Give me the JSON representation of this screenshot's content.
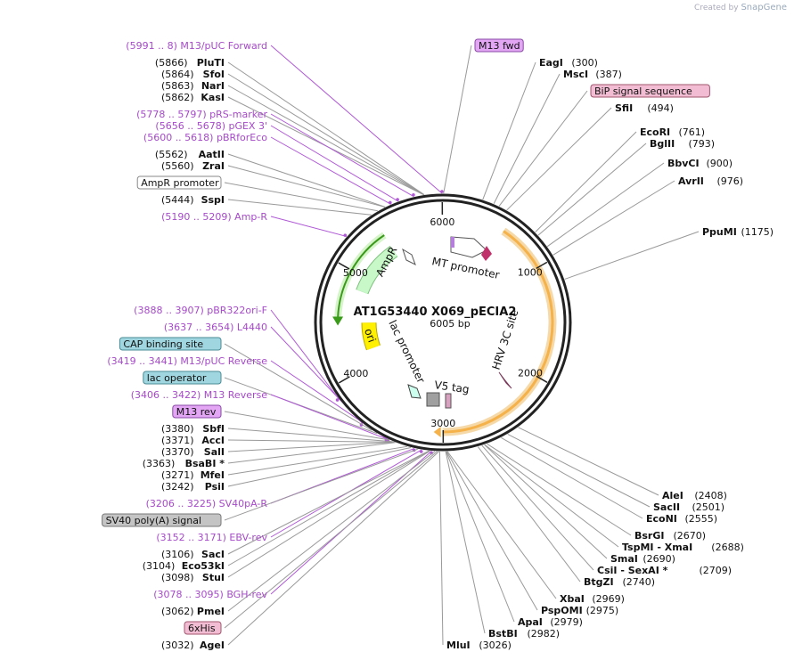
{
  "credit": {
    "prefix": "Created by",
    "brand": "SnapGene"
  },
  "plasmid": {
    "name": "AT1G53440 X069_pECIA2",
    "size": "6005 bp"
  },
  "ruler": [
    {
      "label": "1000",
      "pos": 1000
    },
    {
      "label": "2000",
      "pos": 2000
    },
    {
      "label": "3000",
      "pos": 3000
    },
    {
      "label": "4000",
      "pos": 4000
    },
    {
      "label": "5000",
      "pos": 5000
    },
    {
      "label": "6000",
      "pos": 6000
    }
  ],
  "features": [
    {
      "name": "MT promoter",
      "type": "promoter",
      "start": 100,
      "end": 390,
      "color": "#ffffff"
    },
    {
      "name": "HRV 3C site",
      "type": "site",
      "start": 2005,
      "end": 2035,
      "color": "#e6a0b8"
    },
    {
      "name": "",
      "type": "cds",
      "start": 560,
      "end": 3005,
      "color": "#f5b24a"
    },
    {
      "name": "V5 tag",
      "type": "tag",
      "start": 2870,
      "end": 2940,
      "color": "#d9a0c0"
    },
    {
      "name": "AmpR",
      "type": "cds",
      "start": 4850,
      "end": 5430,
      "color": "#c8f7c8"
    },
    {
      "name": "",
      "type": "cds",
      "start": 4540,
      "end": 5440,
      "color": "#8fd96b"
    },
    {
      "name": "ori",
      "type": "ori",
      "start": 4170,
      "end": 4500,
      "color": "#ffef00"
    },
    {
      "name": "lac promoter",
      "type": "promoter",
      "start": 3660,
      "end": 3690,
      "color": "#ffffff"
    },
    {
      "name": "AmpR promoter",
      "type": "promoter",
      "start": 5460,
      "end": 5560,
      "color": "#ffffff"
    }
  ],
  "labels_left": [
    {
      "text": "(5991 .. 8)  M13/pUC Forward",
      "kind": "primer",
      "pos": 5998
    },
    {
      "text": "(5866)",
      "name": "PluTI",
      "kind": "enzyme",
      "pos": 5866
    },
    {
      "text": "(5864)",
      "name": "SfoI",
      "kind": "enzyme",
      "pos": 5864
    },
    {
      "text": "(5863)",
      "name": "NarI",
      "kind": "enzyme",
      "pos": 5863
    },
    {
      "text": "(5862)",
      "name": "KasI",
      "kind": "enzyme",
      "pos": 5862
    },
    {
      "text": "(5778 .. 5797)  pRS-marker",
      "kind": "primer",
      "pos": 5788
    },
    {
      "text": "(5656 .. 5678)  pGEX 3'",
      "kind": "primer",
      "pos": 5667
    },
    {
      "text": "(5600 .. 5618)  pBRforEco",
      "kind": "primer",
      "pos": 5609
    },
    {
      "text": "(5562)",
      "name": "AatII",
      "kind": "enzyme",
      "pos": 5562
    },
    {
      "text": "(5560)",
      "name": "ZraI",
      "kind": "enzyme",
      "pos": 5560
    },
    {
      "text": "AmpR promoter",
      "kind": "box-white",
      "pos": 5500
    },
    {
      "text": "(5444)",
      "name": "SspI",
      "kind": "enzyme",
      "pos": 5444
    },
    {
      "text": "(5190 .. 5209)  Amp-R",
      "kind": "primer",
      "pos": 5200
    },
    {
      "text": "(3888 .. 3907)  pBR322ori-F",
      "kind": "primer",
      "pos": 3898
    },
    {
      "text": "(3637 .. 3654)  L4440",
      "kind": "primer",
      "pos": 3645
    },
    {
      "text": "CAP binding site",
      "kind": "box-teal",
      "pos": 3560
    },
    {
      "text": "(3419 .. 3441)  M13/pUC Reverse",
      "kind": "primer",
      "pos": 3430
    },
    {
      "text": "lac operator",
      "kind": "box-teal",
      "pos": 3515
    },
    {
      "text": "(3406 .. 3422)  M13 Reverse",
      "kind": "primer",
      "pos": 3414
    },
    {
      "text": "M13 rev",
      "kind": "box-purple",
      "pos": 3410
    },
    {
      "text": "(3380)",
      "name": "SbfI",
      "kind": "enzyme",
      "pos": 3380
    },
    {
      "text": "(3371)",
      "name": "AccI",
      "kind": "enzyme",
      "pos": 3371
    },
    {
      "text": "(3370)",
      "name": "SalI",
      "kind": "enzyme",
      "pos": 3370
    },
    {
      "text": "(3363)",
      "name": "BsaBI *",
      "kind": "enzyme",
      "pos": 3363
    },
    {
      "text": "(3271)",
      "name": "MfeI",
      "kind": "enzyme",
      "pos": 3271
    },
    {
      "text": "(3242)",
      "name": "PsiI",
      "kind": "enzyme",
      "pos": 3242
    },
    {
      "text": "(3206 .. 3225)  SV40pA-R",
      "kind": "primer",
      "pos": 3215
    },
    {
      "text": "SV40 poly(A) signal",
      "kind": "box-gray",
      "pos": 3190
    },
    {
      "text": "(3152 .. 3171)  EBV-rev",
      "kind": "primer",
      "pos": 3161
    },
    {
      "text": "(3106)",
      "name": "SacI",
      "kind": "enzyme",
      "pos": 3106
    },
    {
      "text": "(3104)",
      "name": "Eco53kI",
      "kind": "enzyme",
      "pos": 3104
    },
    {
      "text": "(3098)",
      "name": "StuI",
      "kind": "enzyme",
      "pos": 3098
    },
    {
      "text": "(3078 .. 3095)  BGH-rev",
      "kind": "primer",
      "pos": 3086
    },
    {
      "text": "(3062)",
      "name": "PmeI",
      "kind": "enzyme",
      "pos": 3062
    },
    {
      "text": "6xHis",
      "kind": "box-pink",
      "pos": 3045
    },
    {
      "text": "(3032)",
      "name": "AgeI",
      "kind": "enzyme",
      "pos": 3032
    }
  ],
  "labels_right": [
    {
      "text": "M13 fwd",
      "kind": "box-purple",
      "pos": 5
    },
    {
      "name": "EagI",
      "text": "(300)",
      "kind": "enzyme",
      "pos": 300
    },
    {
      "name": "MscI",
      "text": "(387)",
      "kind": "enzyme",
      "pos": 387
    },
    {
      "text": "BiP signal sequence",
      "kind": "box-pink",
      "pos": 430
    },
    {
      "name": "SfiI",
      "text": "(494)",
      "kind": "enzyme",
      "pos": 494
    },
    {
      "name": "EcoRI",
      "text": "(761)",
      "kind": "enzyme",
      "pos": 761
    },
    {
      "name": "BglII",
      "text": "(793)",
      "kind": "enzyme",
      "pos": 793
    },
    {
      "name": "BbvCI",
      "text": "(900)",
      "kind": "enzyme",
      "pos": 900
    },
    {
      "name": "AvrII",
      "text": "(976)",
      "kind": "enzyme",
      "pos": 976
    },
    {
      "name": "PpuMI",
      "text": "(1175)",
      "kind": "enzyme",
      "pos": 1175
    },
    {
      "name": "AleI",
      "text": "(2408)",
      "kind": "enzyme",
      "pos": 2408
    },
    {
      "name": "SacII",
      "text": "(2501)",
      "kind": "enzyme",
      "pos": 2501
    },
    {
      "name": "EcoNI",
      "text": "(2555)",
      "kind": "enzyme",
      "pos": 2555
    },
    {
      "name": "BsrGI",
      "text": "(2670)",
      "kind": "enzyme",
      "pos": 2670
    },
    {
      "name": "TspMI  - XmaI",
      "text": "(2688)",
      "kind": "enzyme",
      "pos": 2688
    },
    {
      "name": "SmaI",
      "text": "(2690)",
      "kind": "enzyme",
      "pos": 2690
    },
    {
      "name": "CsiI  - SexAI *",
      "text": "(2709)",
      "kind": "enzyme",
      "pos": 2709
    },
    {
      "name": "BtgZI",
      "text": "(2740)",
      "kind": "enzyme",
      "pos": 2740
    },
    {
      "name": "XbaI",
      "text": "(2969)",
      "kind": "enzyme",
      "pos": 2969
    },
    {
      "name": "PspOMI",
      "text": "(2975)",
      "kind": "enzyme",
      "pos": 2975
    },
    {
      "name": "ApaI",
      "text": "(2979)",
      "kind": "enzyme",
      "pos": 2979
    },
    {
      "name": "BstBI",
      "text": "(2982)",
      "kind": "enzyme",
      "pos": 2982
    },
    {
      "name": "MluI",
      "text": "(3026)",
      "kind": "enzyme",
      "pos": 3026
    }
  ]
}
